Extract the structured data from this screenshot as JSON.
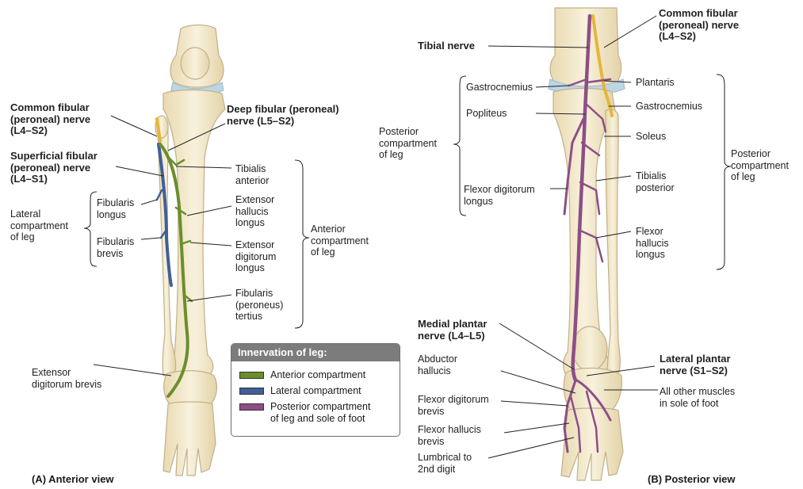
{
  "colors": {
    "anterior": "#6a8e2c",
    "lateral": "#3f5f98",
    "posterior": "#8d4e86",
    "common_fibular": "#e7b53a",
    "bone": "#f3ead0",
    "bone_outline": "#c9b894",
    "cartilage": "#bcd6e4"
  },
  "panel_a": {
    "caption": "(A) Anterior view",
    "labels": {
      "common_fibular": "Common fibular\n(peroneal) nerve\n(L4–S2)",
      "deep_fibular": "Deep fibular (peroneal)\nnerve (L5–S2)",
      "superficial_fibular": "Superficial fibular\n(peroneal) nerve\n(L4–S1)",
      "tibialis_anterior": "Tibialis\nanterior",
      "extensor_hallucis_longus": "Extensor\nhallucis\nlongus",
      "extensor_digitorum_longus": "Extensor\ndigitorum\nlongus",
      "fibularis_tertius": "Fibularis\n(peroneus)\ntertius",
      "fibularis_longus": "Fibularis\nlongus",
      "fibularis_brevis": "Fibularis\nbrevis",
      "lateral_compartment": "Lateral\ncompartment\nof leg",
      "anterior_compartment": "Anterior\ncompartment\nof leg",
      "extensor_digitorum_brevis": "Extensor\ndigitorum brevis"
    }
  },
  "panel_b": {
    "caption": "(B) Posterior view",
    "labels": {
      "tibial_nerve": "Tibial nerve",
      "common_fibular": "Common fibular\n(peroneal) nerve\n(L4–S2)",
      "gastrocnemius_left": "Gastrocnemius",
      "popliteus": "Popliteus",
      "posterior_compartment_left": "Posterior\ncompartment\nof leg",
      "flexor_digitorum_longus": "Flexor digitorum\nlongus",
      "plantaris": "Plantaris",
      "gastrocnemius_right": "Gastrocnemius",
      "soleus": "Soleus",
      "tibialis_posterior": "Tibialis\nposterior",
      "flexor_hallucis_longus": "Flexor\nhallucis\nlongus",
      "posterior_compartment_right": "Posterior\ncompartment\nof leg",
      "medial_plantar": "Medial plantar\nnerve (L4–L5)",
      "abductor_hallucis": "Abductor\nhallucis",
      "flexor_digitorum_brevis": "Flexor digitorum\nbrevis",
      "flexor_hallucis_brevis": "Flexor hallucis\nbrevis",
      "lumbrical": "Lumbrical to\n2nd digit",
      "lateral_plantar": "Lateral plantar\nnerve (S1–S2)",
      "other_muscles": "All other muscles\nin sole of foot"
    }
  },
  "legend": {
    "title": "Innervation of leg:",
    "items": [
      {
        "label": "Anterior compartment",
        "color": "#6a8e2c"
      },
      {
        "label": "Lateral compartment",
        "color": "#3f5f98"
      },
      {
        "label": "Posterior compartment\nof leg and sole of foot",
        "color": "#8d4e86"
      }
    ]
  }
}
